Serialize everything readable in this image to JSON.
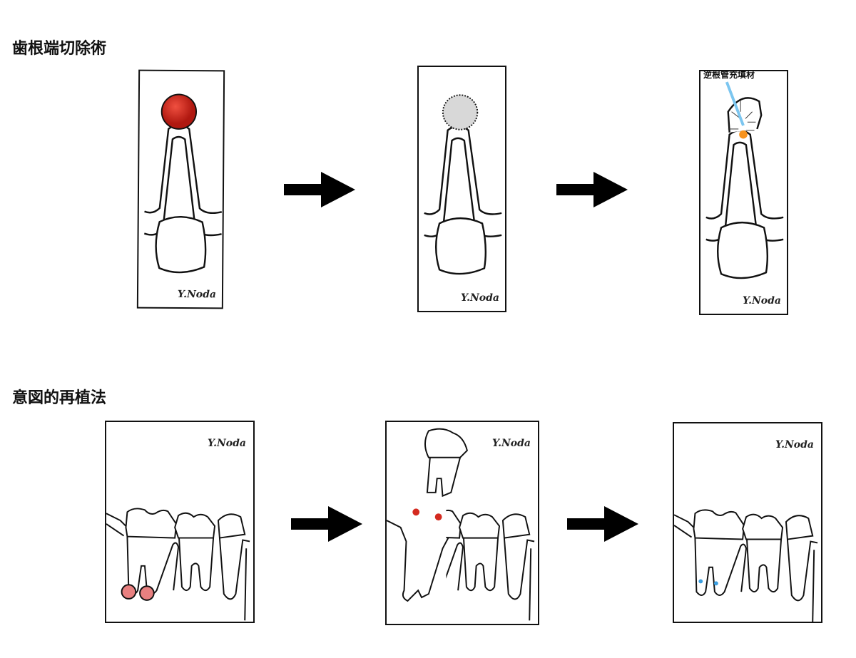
{
  "sections": [
    {
      "title": "歯根端切除術"
    },
    {
      "title": "意図的再植法"
    }
  ],
  "signature": "Y.Noda",
  "panel3_label": "逆根管充填材",
  "colors": {
    "lesion": "#d42a1f",
    "resected": "#d8d8d8",
    "filling": "#f7931e",
    "arrow_blue": "#7cc6f0",
    "lesion_soft": "#e88080"
  }
}
